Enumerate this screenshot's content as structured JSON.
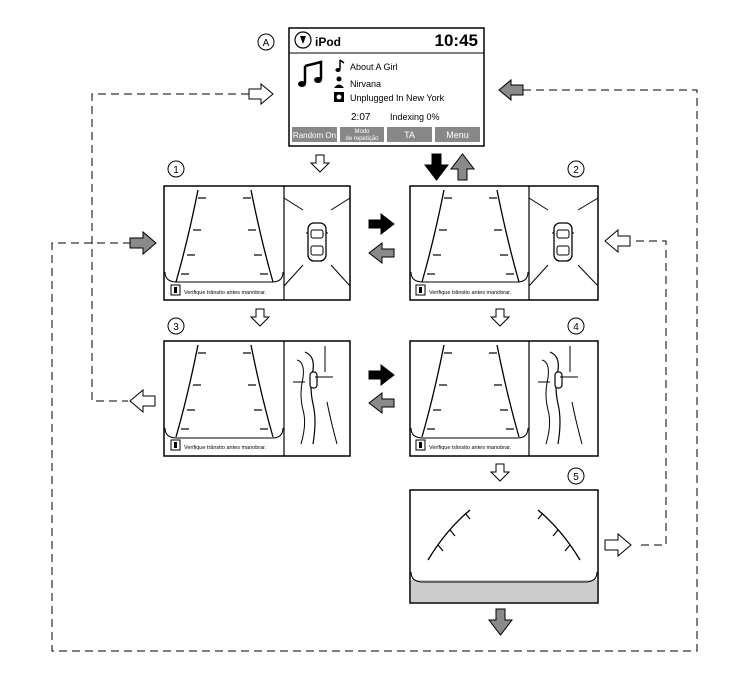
{
  "labels": {
    "a": "A",
    "n1": "1",
    "n2": "2",
    "n3": "3",
    "n4": "4",
    "n5": "5"
  },
  "audio": {
    "title": "iPod",
    "time": "10:45",
    "track": "About A Girl",
    "artist": "Nirvana",
    "album": "Unplugged In New York",
    "elapsed": "2:07",
    "status": "Indexing 0%",
    "buttons": {
      "random": "Random On",
      "repeat_line1": "Modo",
      "repeat_line2": "de repetição",
      "ta": "TA",
      "menu": "Menu"
    }
  },
  "camera": {
    "warning": "Verifique trânsito antes manobrar."
  },
  "colors": {
    "dark_arrow": "#000000",
    "gray_arrow": "#8a8a8a",
    "screen_bar": "#cccccc",
    "audio_button": "#888888"
  }
}
